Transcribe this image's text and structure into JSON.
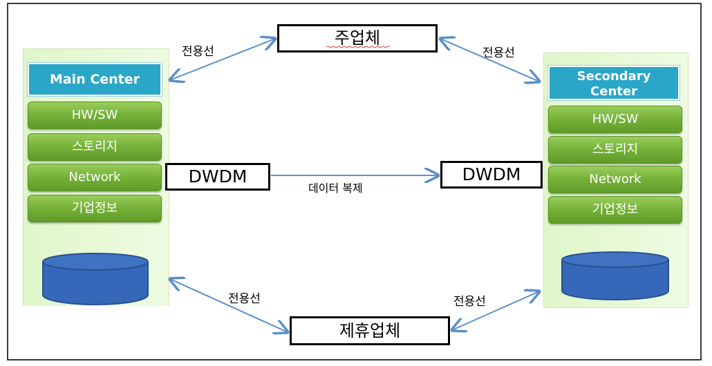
{
  "diagram": {
    "main_center": {
      "title": "Main Center",
      "layers": [
        "HW/SW",
        "스토리지",
        "Network",
        "기업정보"
      ]
    },
    "secondary_center": {
      "title": "Secondary\nCenter",
      "layers": [
        "HW/SW",
        "스토리지",
        "Network",
        "기업정보"
      ]
    },
    "company": "주업체",
    "partner": "제휴업체",
    "dwdm_left": "DWDM",
    "dwdm_right": "DWDM",
    "replication_label": "데이터 복제",
    "line_labels": {
      "top_left": "전용선",
      "top_right": "전용선",
      "bottom_left": "전용선",
      "bottom_right": "전용선"
    },
    "colors": {
      "title_fill": "#2aa6c8",
      "layer_fill": "#77b33a",
      "center_fill": "#e6f8d4",
      "database_fill": "#3568b8",
      "arrow": "#5b8fc9"
    }
  }
}
